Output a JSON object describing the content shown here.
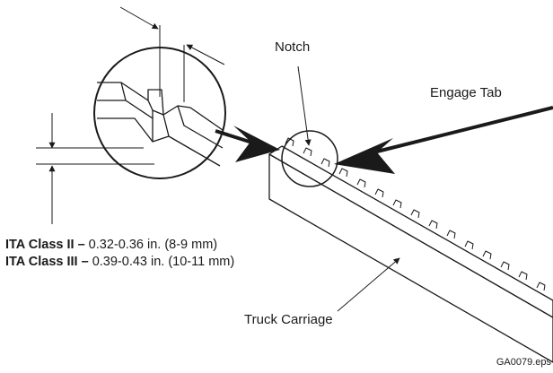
{
  "labels": {
    "notch": "Notch",
    "engage_tab": "Engage Tab",
    "truck_carriage": "Truck Carriage"
  },
  "specs": [
    {
      "name": "ITA Class II –",
      "value": " 0.32-0.36 in. (8-9 mm)"
    },
    {
      "name": "ITA Class III –",
      "value": " 0.39-0.43 in. (10-11 mm)"
    }
  ],
  "figure_id": "GA0079.eps",
  "colors": {
    "line": "#1a1a1a",
    "carriage_front": "#ffffff",
    "background": "#ffffff"
  }
}
